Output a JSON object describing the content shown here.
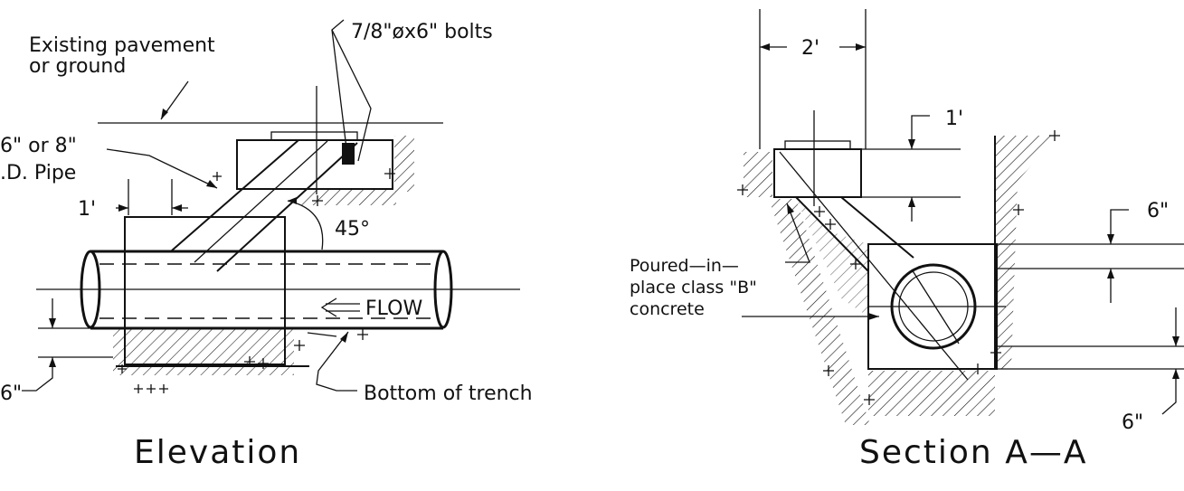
{
  "elevation": {
    "title": "Elevation",
    "labels": {
      "existing_pavement_1": "Existing pavement",
      "existing_pavement_2": "or ground",
      "bolts": "7/8\"øx6\"  bolts",
      "pipe_size_1": "6\"  or 8\"",
      "pipe_size_2": ".D.  Pipe",
      "dim_1ft": "1'",
      "angle_45": "45°",
      "flow": "FLOW",
      "bottom_trench": "Bottom  of  trench",
      "dim_6in": "6\""
    }
  },
  "section": {
    "title": "Section  A—A",
    "labels": {
      "dim_2ft": "2'",
      "dim_1ft": "1'",
      "dim_6in_top": "6\"",
      "dim_6in_bottom": "6\"",
      "concrete_1": "Poured—in—",
      "concrete_2": "place  class  \"B\"",
      "concrete_3": "concrete"
    }
  }
}
